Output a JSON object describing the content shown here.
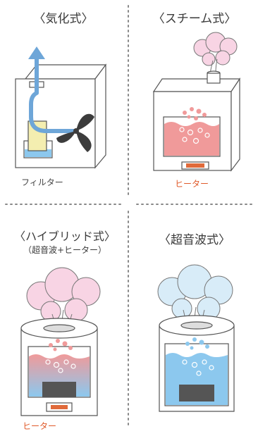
{
  "panels": {
    "vaporization": {
      "title": "〈気化式〉",
      "caption": "フィルター"
    },
    "steam": {
      "title": "〈スチーム式〉",
      "caption": "ヒーター"
    },
    "hybrid": {
      "title": "〈ハイブリッド式〉",
      "subtitle": "（超音波+ヒーター）",
      "caption": "ヒーター"
    },
    "ultrasonic": {
      "title": "〈超音波式〉"
    }
  },
  "colors": {
    "outline": "#555555",
    "divider": "#888888",
    "arrow_blue": "#6ea6d8",
    "water_blue": "#8cc8ee",
    "water_red": "#f09a9a",
    "steam_pink": "#f8d4e4",
    "mist_blue": "#d8ecf8",
    "heater_red": "#e06a3a",
    "filter_yellow": "#f4eeb0",
    "fan_dark": "#3c3c3c",
    "plate_dark": "#555555"
  }
}
